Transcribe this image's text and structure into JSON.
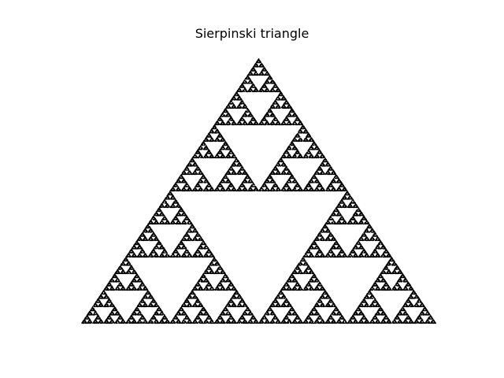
{
  "figure": {
    "title": "Sierpinski triangle"
  },
  "chart_data": {
    "type": "scatter",
    "title": "Sierpinski triangle",
    "xlabel": "",
    "ylabel": "",
    "grid": false,
    "axes_visible": false,
    "vertices": [
      [
        0,
        0
      ],
      [
        1,
        0
      ],
      [
        0.5,
        0.75
      ]
    ],
    "xlim": [
      0,
      1
    ],
    "ylim": [
      0,
      0.75
    ],
    "marker_color": "#000000",
    "background": "#ffffff",
    "point_count": 60000,
    "method": "chaos game"
  }
}
